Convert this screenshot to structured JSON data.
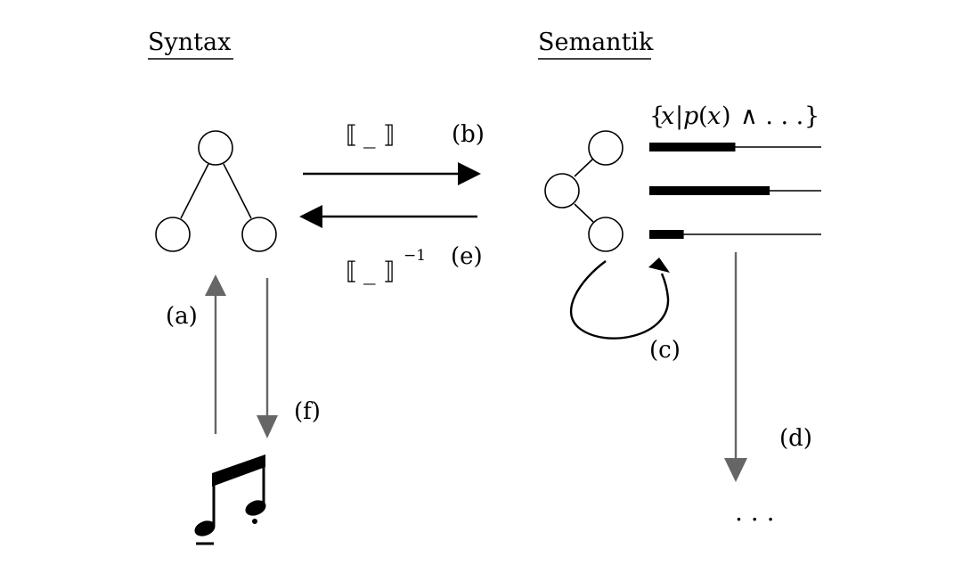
{
  "headings": {
    "syntax": "Syntax",
    "semantics": "Semantik"
  },
  "labels": {
    "a": "(a)",
    "b": "(b)",
    "c": "(c)",
    "d": "(d)",
    "e": "(e)",
    "f": "(f)"
  },
  "math": {
    "denotation_open": "⟦",
    "denotation_blank": "_",
    "denotation_close": "⟧",
    "inverse_exponent": "−1",
    "set_open": "{",
    "set_var": "x",
    "set_bar": "|",
    "set_pred": "p",
    "set_paren_open": "(",
    "set_paren_var": "x",
    "set_paren_close": ")",
    "set_and": "∧ . . .",
    "set_close": "}",
    "ellipsis": ". . ."
  },
  "bars": {
    "thick_fraction": [
      0.5,
      0.7,
      0.2
    ]
  },
  "colors": {
    "black": "#000000",
    "gray_arrow": "#666666"
  },
  "icons": {
    "music": "beamed-eighth-notes-icon"
  }
}
